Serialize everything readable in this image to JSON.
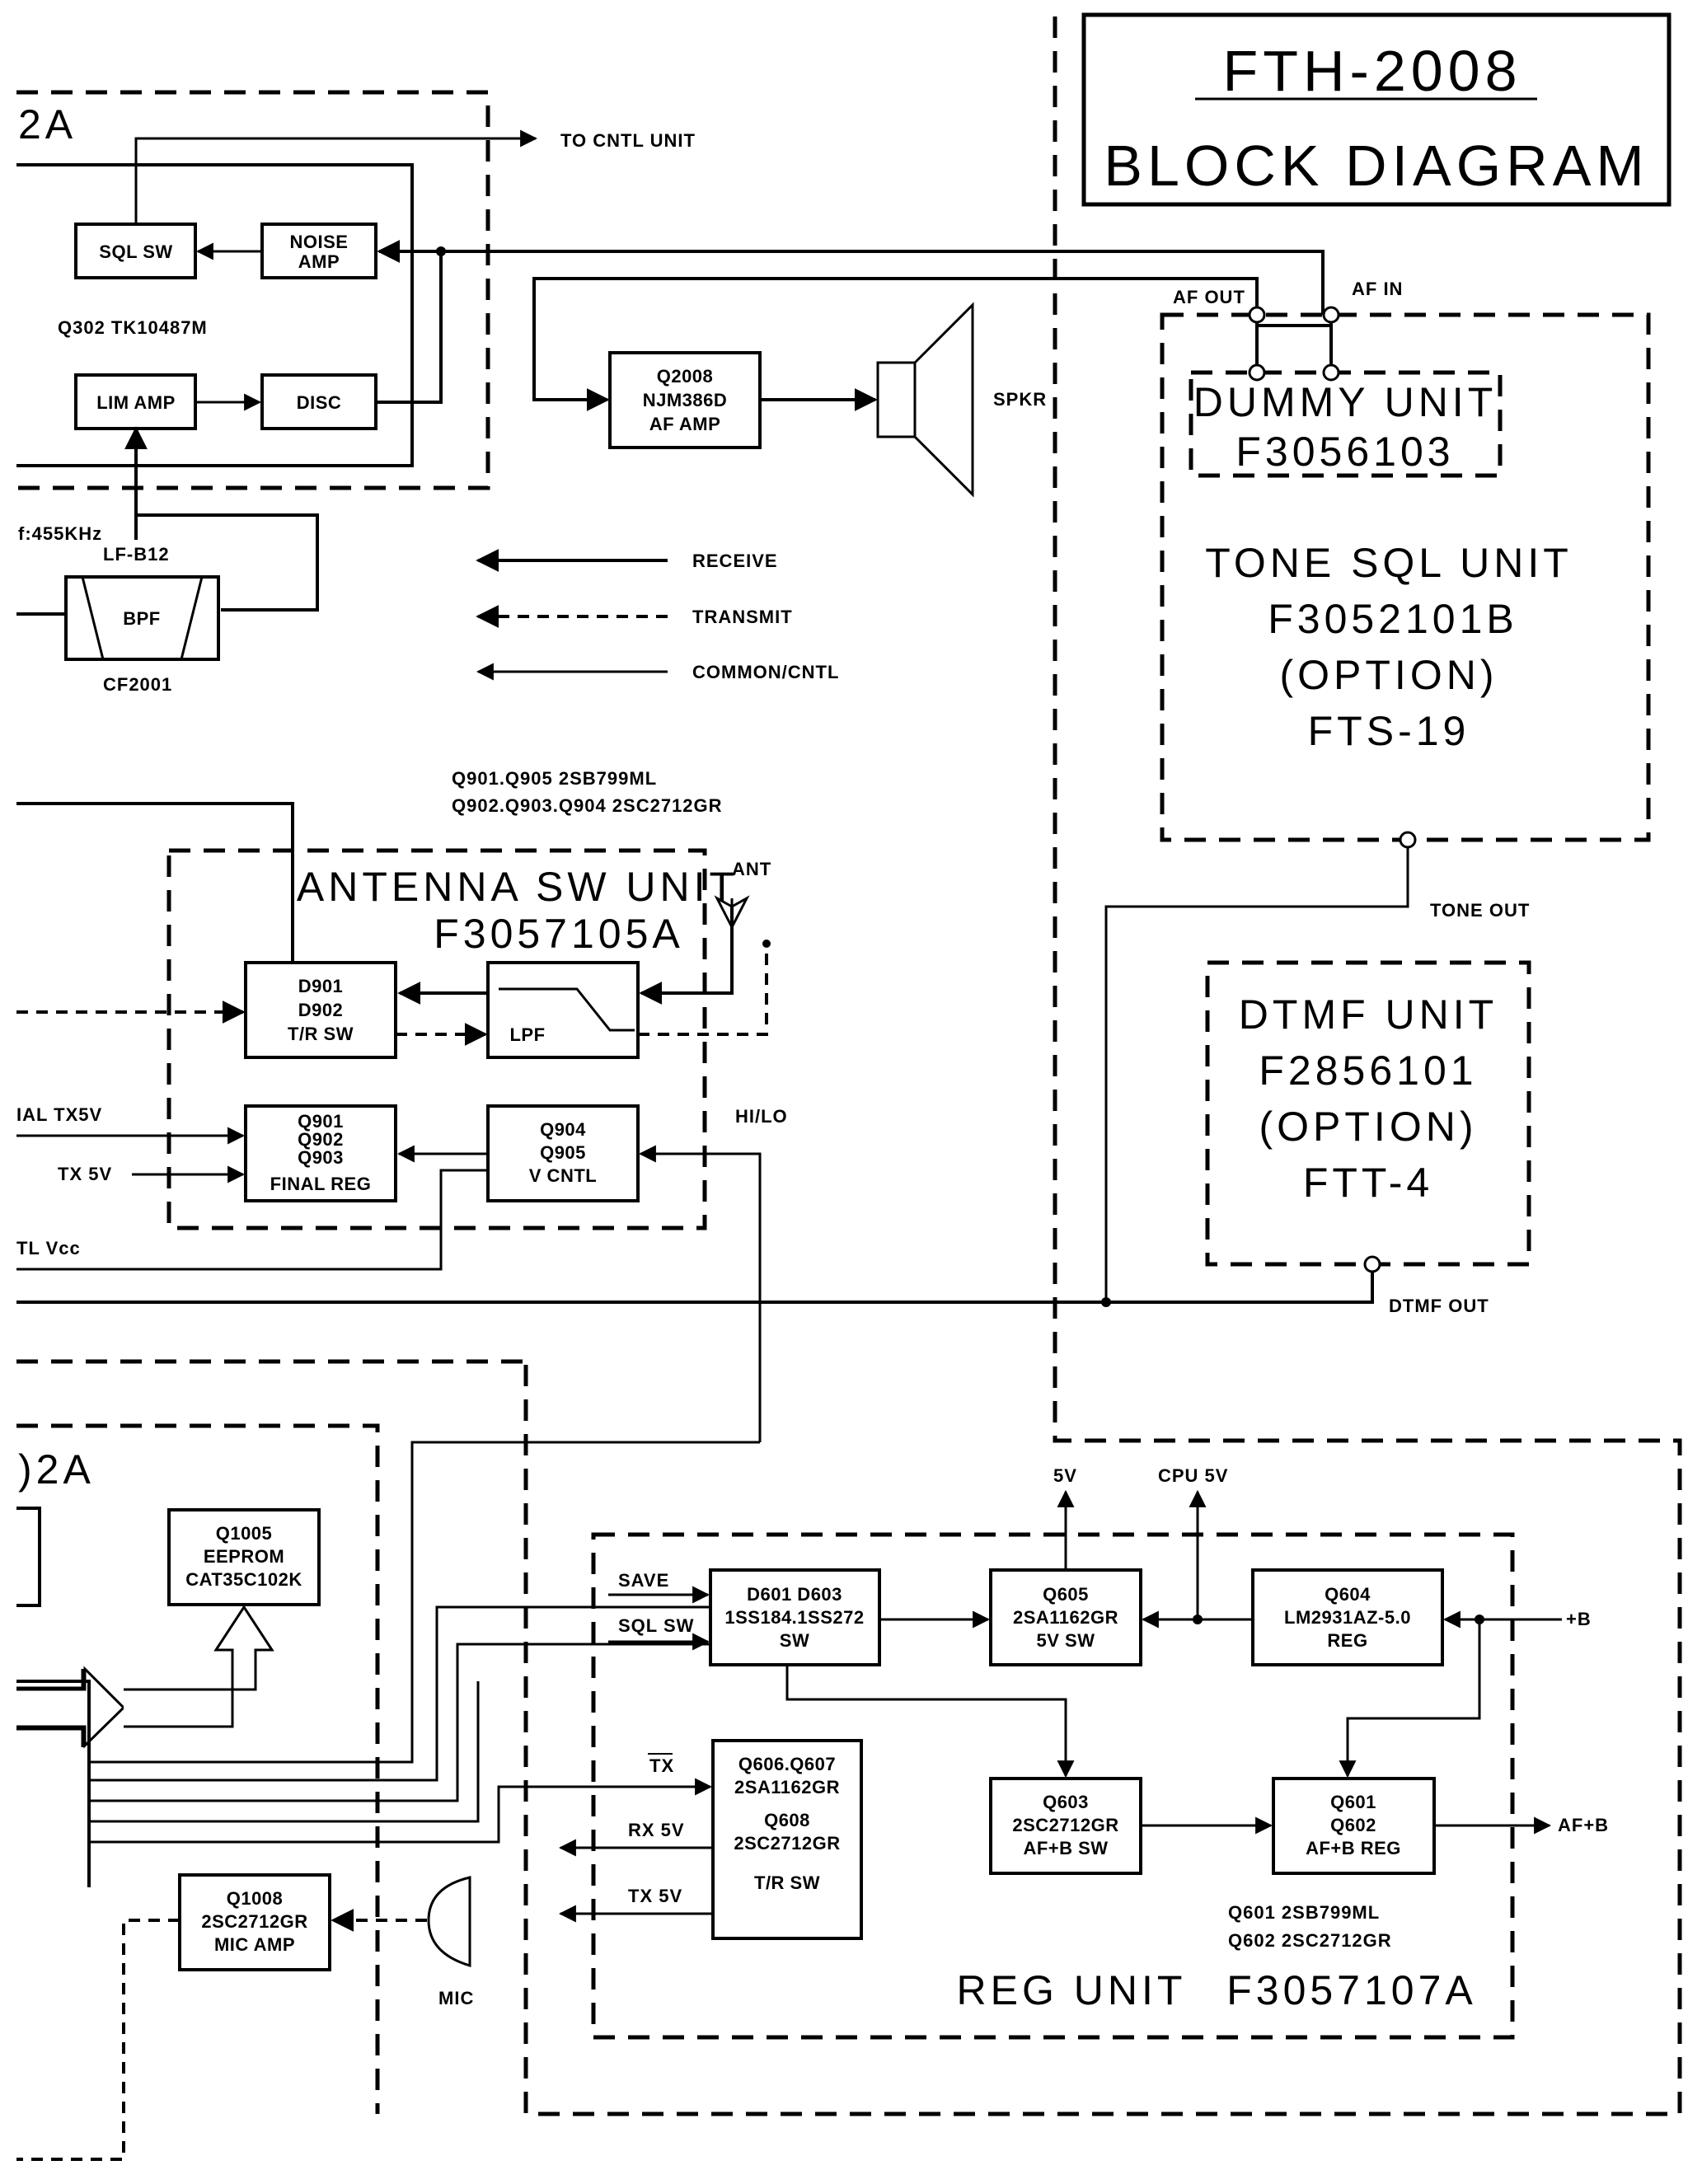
{
  "title": {
    "model": "FTH-2008",
    "subtitle": "BLOCK DIAGRAM"
  },
  "units": {
    "if_unit_partial": "2A",
    "cntl_unit_partial": ")2A",
    "dummy": {
      "name": "DUMMY UNIT",
      "part": "F3056103"
    },
    "tone_sql": {
      "name": "TONE SQL UNIT",
      "part": "F3052101B",
      "option": "(OPTION)",
      "model": "FTS-19"
    },
    "dtmf": {
      "name": "DTMF UNIT",
      "part": "F2856101",
      "option": "(OPTION)",
      "model": "FTT-4"
    },
    "antenna_sw": {
      "name": "ANTENNA SW UNIT",
      "part": "F3057105A"
    },
    "reg": {
      "name": "REG UNIT",
      "part": "F3057107A"
    }
  },
  "blocks": {
    "sql_sw": "SQL SW",
    "noise_amp": [
      "NOISE",
      "AMP"
    ],
    "lim_amp": "LIM AMP",
    "disc": "DISC",
    "bpf": "BPF",
    "af_amp": [
      "Q2008",
      "NJM386D",
      "AF AMP"
    ],
    "tr_sw_ant": [
      "D901",
      "D902",
      "T/R SW"
    ],
    "lpf": "LPF",
    "final_reg": [
      "Q901",
      "Q902",
      "Q903",
      "FINAL REG"
    ],
    "v_cntl": [
      "Q904",
      "Q905",
      "V CNTL"
    ],
    "eeprom": [
      "Q1005",
      "EEPROM",
      "CAT35C102K"
    ],
    "mic_amp": [
      "Q1008",
      "2SC2712GR",
      "MIC AMP"
    ],
    "save_sw": [
      "D601 D603",
      "1SS184.1SS272",
      "SW"
    ],
    "sw_5v": [
      "Q605",
      "2SA1162GR",
      "5V SW"
    ],
    "reg_5v": [
      "Q604",
      "LM2931AZ-5.0",
      "REG"
    ],
    "tr_sw_reg": [
      "Q606.Q607",
      "2SA1162GR",
      "Q608",
      "2SC2712GR",
      "T/R  SW"
    ],
    "afb_sw": [
      "Q603",
      "2SC2712GR",
      "AF+B SW"
    ],
    "afb_reg": [
      "Q601",
      "Q602",
      "AF+B REG"
    ]
  },
  "labels": {
    "to_cntl_unit": "TO CNTL UNIT",
    "q302": "Q302  TK10487M",
    "freq": "f:455KHz",
    "lf_b12": "LF-B12",
    "cf2001": "CF2001",
    "spkr": "SPKR",
    "af_out": "AF OUT",
    "af_in": "AF IN",
    "tone_out": "TONE  OUT",
    "dtmf_out": "DTMF  OUT",
    "q901_905": "Q901.Q905  2SB799ML",
    "q902_904": "Q902.Q903.Q904  2SC2712GR",
    "ant": "ANT",
    "hi_lo": "HI/LO",
    "final_tx5v": "IAL  TX5V",
    "tx_5v_in": "TX 5V",
    "cntl_vcc": "TL Vcc",
    "v5": "5V",
    "cpu_5v": "CPU 5V",
    "plus_b": "+B",
    "save": "SAVE",
    "sql_sw_in": "SQL SW",
    "tx_bar": "TX",
    "rx_5v": "RX 5V",
    "tx_5v_out": "TX 5V",
    "af_b": "AF+B",
    "q601_note": "Q601  2SB799ML",
    "q602_note": "Q602  2SC2712GR",
    "mic": "MIC"
  },
  "legend": [
    {
      "style": "solid",
      "label": "RECEIVE"
    },
    {
      "style": "dashed",
      "label": "TRANSMIT"
    },
    {
      "style": "thin",
      "label": "COMMON/CNTL"
    }
  ]
}
